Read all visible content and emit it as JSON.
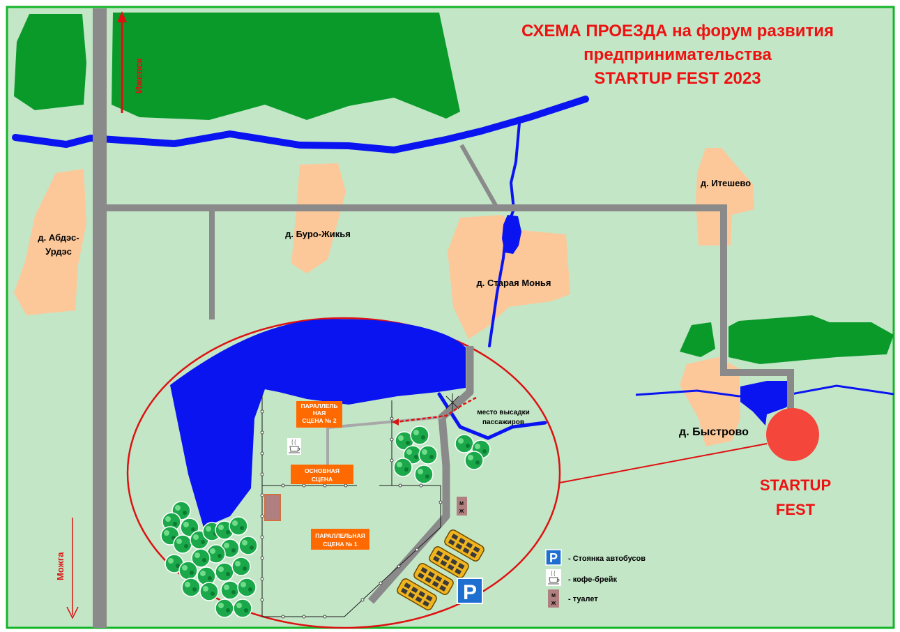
{
  "title": {
    "line1": "СХЕМА ПРОЕЗДА на форум развития",
    "line2": "предпринимательства",
    "line3": "STARTUP FEST 2023"
  },
  "directions": {
    "north": "Ижевск",
    "south": "Можга"
  },
  "villages": {
    "abdes_line1": "д. Абдэс-",
    "abdes_line2": "Урдэс",
    "buro": "д. Буро-Жикья",
    "staraya": "д. Старая Монья",
    "iteshevo": "д. Итешево",
    "bystrovo": "д. Быстрово"
  },
  "festival": {
    "line1": "STARTUP",
    "line2": "FEST"
  },
  "venue": {
    "stage_parallel2_l1": "ПАРАЛЛЕЛЬ",
    "stage_parallel2_l2": "НАЯ",
    "stage_parallel2_l3": "СЦЕНА № 2",
    "stage_main_l1": "ОСНОВНАЯ",
    "stage_main_l2": "СЦЕНА",
    "stage_parallel1_l1": "ПАРАЛЛЕЛЬНАЯ",
    "stage_parallel1_l2": "СЦЕНА № 1",
    "dropoff_l1": "место высадки",
    "dropoff_l2": "пассажиров",
    "toilet_l1": "М",
    "toilet_l2": "Ж",
    "parking_letter": "P"
  },
  "legend": {
    "parking_symbol": "P",
    "parking": "- Стоянка автобусов",
    "coffee": "- кофе-брейк",
    "toilet_l1": "М",
    "toilet_l2": "Ж",
    "toilet": "- туалет"
  },
  "colors": {
    "background": "#c3e6c7",
    "forest": "#0a9a2a",
    "water": "#0a14f0",
    "road": "#8a8a8a",
    "village": "#fcc89a",
    "title": "#ee1111",
    "festival_marker": "#f5463c",
    "stage": "#ff6a00",
    "bus": "#f0b41e",
    "toilet": "#b08080",
    "parking": "#1f6fd0"
  }
}
